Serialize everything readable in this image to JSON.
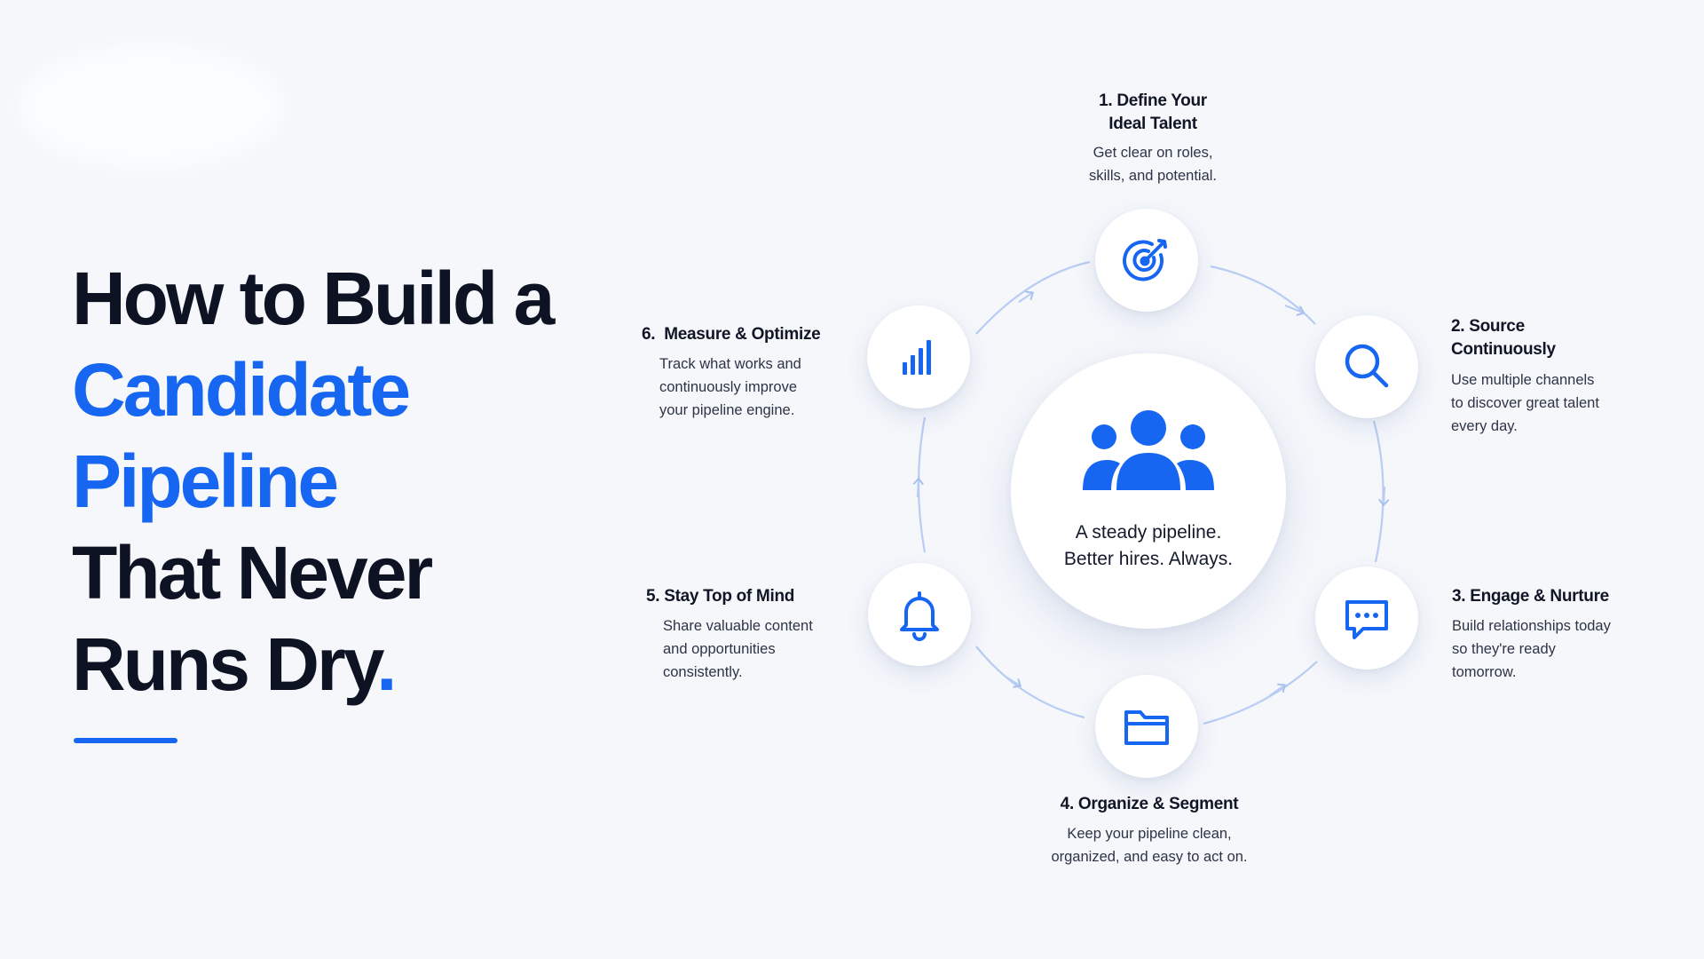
{
  "hero": {
    "line1": "How to Build a",
    "line2": "Candidate",
    "line3": "Pipeline",
    "line4": "That Never",
    "line5_text": "Runs Dry",
    "line5_dot": "."
  },
  "center": {
    "icon": "people-group-icon",
    "tagline1": "A steady pipeline.",
    "tagline2": "Better hires. Always."
  },
  "steps": [
    {
      "title1": "1. Define Your",
      "title2": "Ideal Talent",
      "desc1": "Get clear on roles,",
      "desc2": "skills, and potential.",
      "icon": "target-icon"
    },
    {
      "title1": "2. Source",
      "title2": "Continuously",
      "desc1": "Use multiple channels",
      "desc2": "to discover great talent",
      "desc3": "every day.",
      "icon": "search-icon"
    },
    {
      "title1": "3. Engage & Nurture",
      "desc1": "Build relationships today",
      "desc2": "so they're ready",
      "desc3": "tomorrow.",
      "icon": "chat-bubble-icon"
    },
    {
      "title1": "4. Organize & Segment",
      "desc1": "Keep your pipeline clean,",
      "desc2": "organized, and easy to act on.",
      "icon": "folder-icon"
    },
    {
      "title1": "5. Stay Top of Mind",
      "desc1": "Share valuable content",
      "desc2": "and opportunities",
      "desc3": "consistently.",
      "icon": "bell-icon"
    },
    {
      "title1": "6.  Measure & Optimize",
      "desc1": "Track what works and",
      "desc2": "continuously improve",
      "desc3": "your pipeline engine.",
      "icon": "bar-chart-icon"
    }
  ],
  "colors": {
    "accent": "#1766f2",
    "heading": "#0e1324",
    "arc": "#b9ccf3",
    "background": "#f5f7fb"
  }
}
